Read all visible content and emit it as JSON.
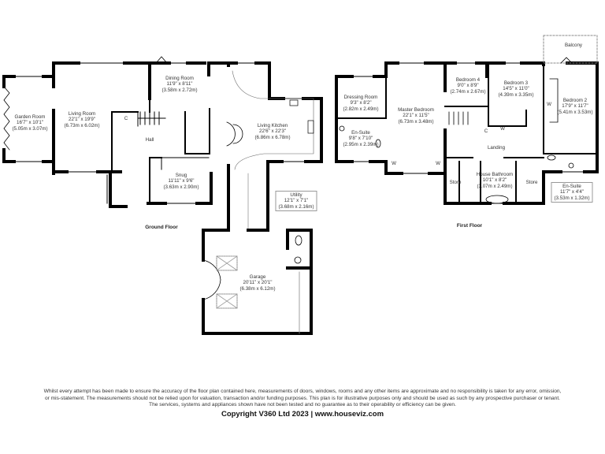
{
  "floors": {
    "ground": {
      "title": "Ground Floor",
      "rooms": [
        {
          "name": "Garden Room",
          "imperial": "16'7\" x 10'1\"",
          "metric": "(5.05m x 3.07m)"
        },
        {
          "name": "Living Room",
          "imperial": "22'1\" x 19'9\"",
          "metric": "(6.73m x 6.02m)"
        },
        {
          "name": "Dining Room",
          "imperial": "11'9\" x 8'11\"",
          "metric": "(3.58m x 2.72m)"
        },
        {
          "name": "Living Kitchen",
          "imperial": "22'6\" x 22'3\"",
          "metric": "(6.86m x 6.78m)"
        },
        {
          "name": "Hall"
        },
        {
          "name": "Snug",
          "imperial": "11'11\" x 9'6\"",
          "metric": "(3.63m x 2.90m)"
        },
        {
          "name": "Utility",
          "imperial": "12'1\" x 7'1\"",
          "metric": "(3.68m x 2.16m)"
        },
        {
          "name": "Garage",
          "imperial": "20'11\" x 20'1\"",
          "metric": "(6.38m x 6.12m)"
        }
      ],
      "cupboard_label": "C"
    },
    "first": {
      "title": "First Floor",
      "rooms": [
        {
          "name": "Dressing Room",
          "imperial": "9'3\" x 8'2\"",
          "metric": "(2.82m x 2.49m)"
        },
        {
          "name": "En-Suite",
          "imperial": "9'8\" x 7'10\"",
          "metric": "(2.95m x 2.39m)"
        },
        {
          "name": "Master Bedroom",
          "imperial": "22'1\" x 11'5\"",
          "metric": "(6.73m x 3.48m)"
        },
        {
          "name": "Bedroom 4",
          "imperial": "9'0\" x 8'9\"",
          "metric": "(2.74m x 2.67m)"
        },
        {
          "name": "Bedroom 3",
          "imperial": "14'5\" x 11'0\"",
          "metric": "(4.39m x 3.35m)"
        },
        {
          "name": "Bedroom 2",
          "imperial": "17'9\" x 11'7\"",
          "metric": "(5.41m x 3.53m)"
        },
        {
          "name": "Balcony"
        },
        {
          "name": "Landing"
        },
        {
          "name": "House Bathroom",
          "imperial": "10'1\" x 8'2\"",
          "metric": "(3.07m x 2.49m)"
        },
        {
          "name": "Store"
        },
        {
          "name": "Store"
        },
        {
          "name": "En-Suite",
          "imperial": "11'7\" x 4'4\"",
          "metric": "(3.53m x 1.32m)"
        }
      ],
      "wardrobe_label": "W",
      "cupboard_label": "C"
    }
  },
  "footer": {
    "disclaimer_line1": "Whilst every attempt has been made to ensure the accuracy of the floor plan contained here, measurements of doors, windows, rooms and any other items are approximate and no responsibility is taken for any error, omission,",
    "disclaimer_line2": "or mis-statement. The measurements should not be relied upon for valuation, transaction and/or funding purposes. This plan is for illustrative purposes only and should be used as such by any prospective purchaser or tenant.",
    "disclaimer_line3": "The services, systems and appliances shown have not been tested and no guarantee as to their operability or efficiency can be given.",
    "copyright": "Copyright V360 Ltd 2023 | www.houseviz.com"
  }
}
